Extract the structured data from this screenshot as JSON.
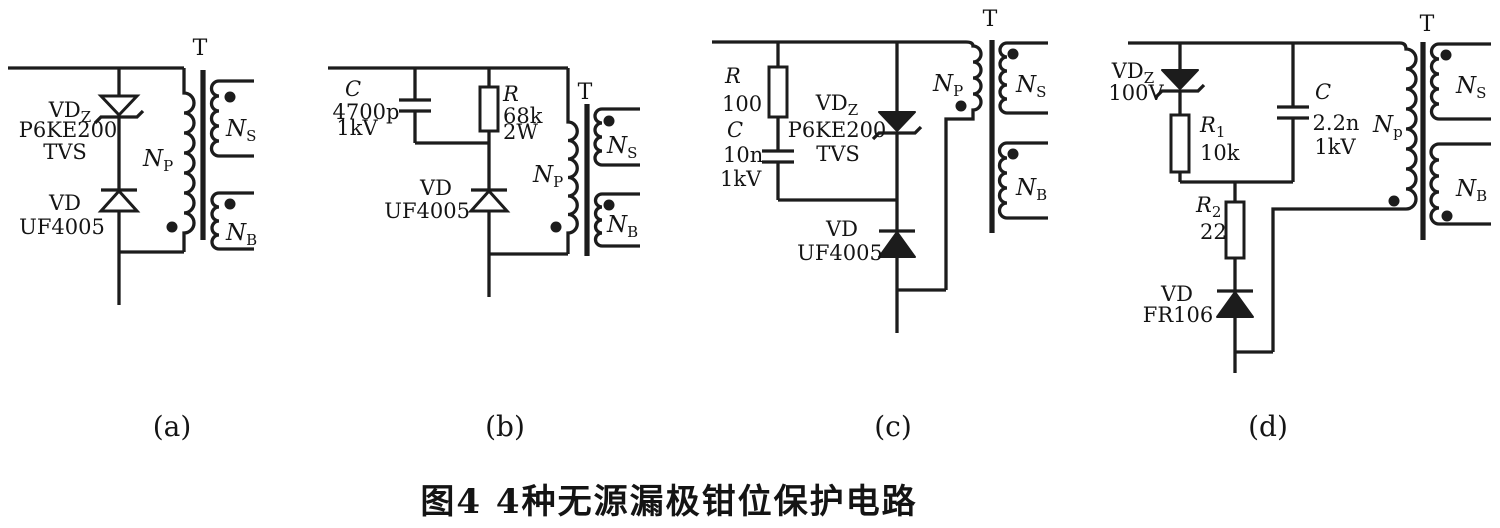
{
  "figure": {
    "caption": "图4  4种无源漏极钳位保护电路"
  },
  "colors": {
    "ink": "#1c1c1c",
    "background": "#ffffff"
  },
  "circuits": {
    "a": {
      "label": "(a)",
      "vdz": {
        "ref": "VD",
        "sub": "Z",
        "model": "P6KE200",
        "type": "TVS"
      },
      "vd": {
        "ref": "VD",
        "model": "UF4005"
      },
      "xfmr": {
        "t": "T",
        "np_base": "N",
        "np_sub": "P",
        "ns_base": "N",
        "ns_sub": "S",
        "nb_base": "N",
        "nb_sub": "B"
      }
    },
    "b": {
      "label": "(b)",
      "cap": {
        "ref": "C",
        "value": "4700p",
        "rating": "1kV"
      },
      "res": {
        "ref": "R",
        "value": "68k",
        "power": "2W"
      },
      "vd": {
        "ref": "VD",
        "model": "UF4005"
      },
      "xfmr": {
        "t": "T",
        "np_base": "N",
        "np_sub": "P",
        "ns_base": "N",
        "ns_sub": "S",
        "nb_base": "N",
        "nb_sub": "B"
      }
    },
    "c": {
      "label": "(c)",
      "res": {
        "ref": "R",
        "value": "100"
      },
      "cap": {
        "ref": "C",
        "value": "10n",
        "rating": "1kV"
      },
      "vdz": {
        "ref": "VD",
        "sub": "Z",
        "model": "P6KE200",
        "type": "TVS"
      },
      "vd": {
        "ref": "VD",
        "model": "UF4005"
      },
      "xfmr": {
        "t": "T",
        "np_base": "N",
        "np_sub": "P",
        "ns_base": "N",
        "ns_sub": "S",
        "nb_base": "N",
        "nb_sub": "B"
      }
    },
    "d": {
      "label": "(d)",
      "vdz": {
        "ref": "VD",
        "sub": "Z",
        "value": "100V"
      },
      "r1": {
        "ref": "R",
        "sub": "1",
        "value": "10k"
      },
      "cap": {
        "ref": "C",
        "value": "2.2n",
        "rating": "1kV"
      },
      "r2": {
        "ref": "R",
        "sub": "2",
        "value": "22"
      },
      "vd": {
        "ref": "VD",
        "model": "FR106"
      },
      "xfmr": {
        "t": "T",
        "np_base": "N",
        "np_sub": "p",
        "ns_base": "N",
        "ns_sub": "S",
        "nb_base": "N",
        "nb_sub": "B"
      }
    }
  }
}
